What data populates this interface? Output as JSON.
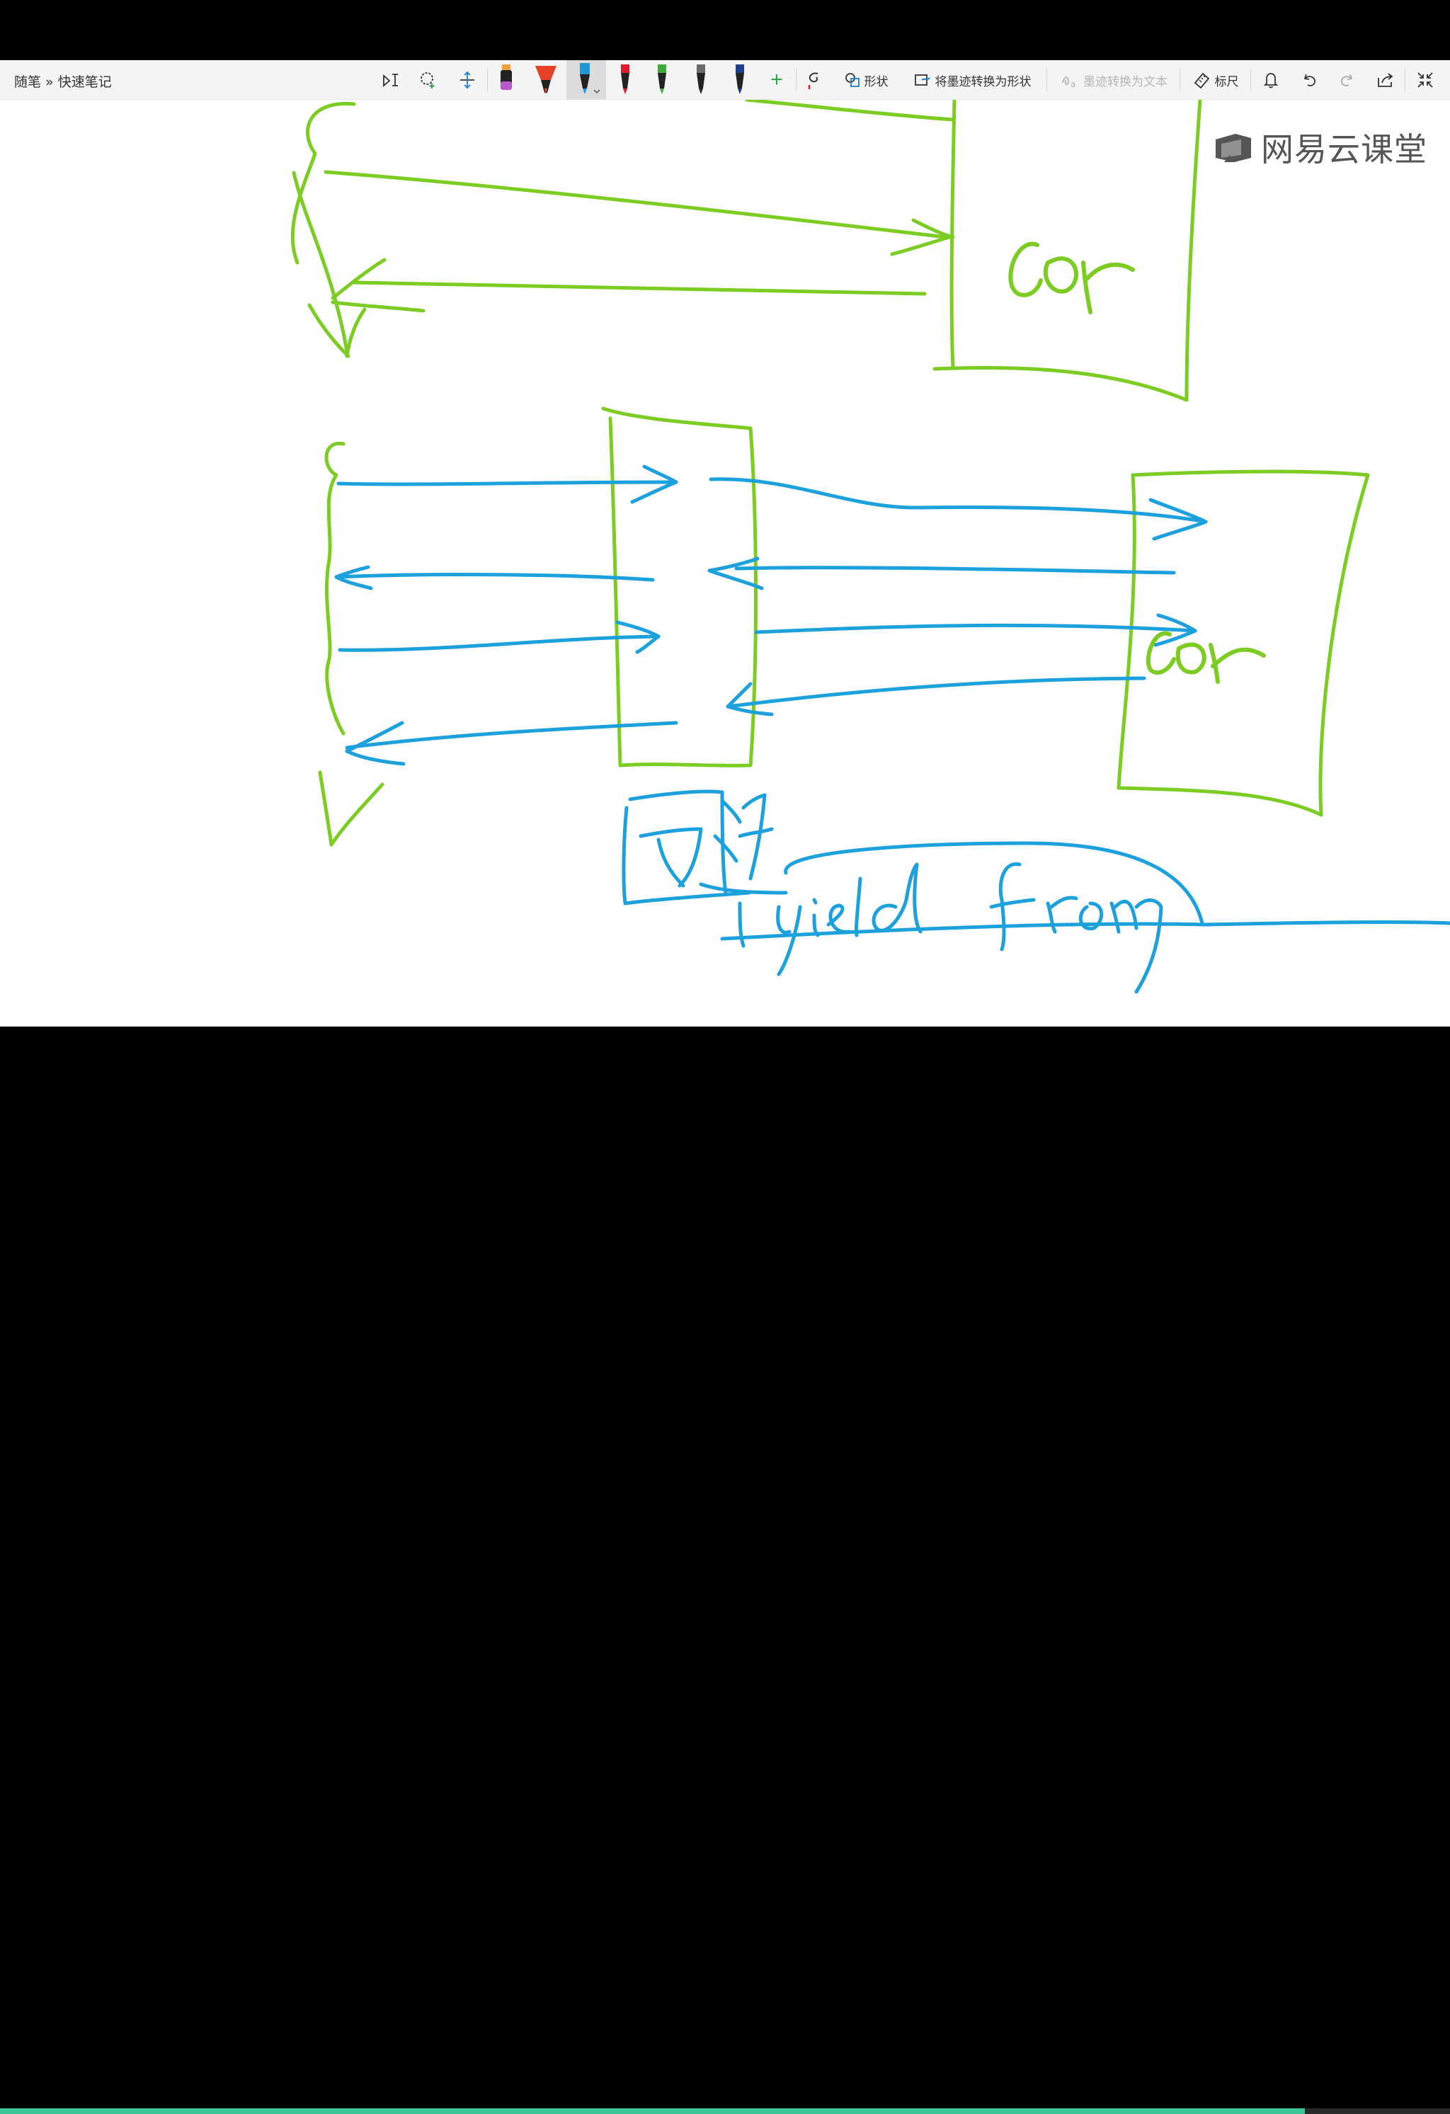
{
  "toolbar": {
    "breadcrumb": "随笔 » 快速笔记",
    "shape_label": "形状",
    "ink_to_shape_label": "将墨迹转换为形状",
    "ink_to_text_label": "墨迹转换为文本",
    "ruler_label": "标尺",
    "add_pen_symbol": "+",
    "pens": [
      {
        "name": "purple-highlighter",
        "color": "#b85ac9"
      },
      {
        "name": "red-marker",
        "color": "#e8412a"
      },
      {
        "name": "blue-pen",
        "color": "#1d9ad6"
      },
      {
        "name": "red-pen",
        "color": "#e11a2c"
      },
      {
        "name": "green-pen",
        "color": "#3aae35"
      },
      {
        "name": "black-pen",
        "color": "#2b2b2b"
      },
      {
        "name": "navy-pen",
        "color": "#1a3f8f"
      }
    ]
  },
  "watermark": {
    "text": "网易云课堂"
  },
  "ink": {
    "green": "#7ccc23",
    "blue": "#1da1dc"
  },
  "handwriting": {
    "top_box": "cor",
    "right_box": "cor",
    "middle_caption": "通道",
    "bottom_caption": "yield from"
  },
  "video": {
    "progress": 0.9
  }
}
